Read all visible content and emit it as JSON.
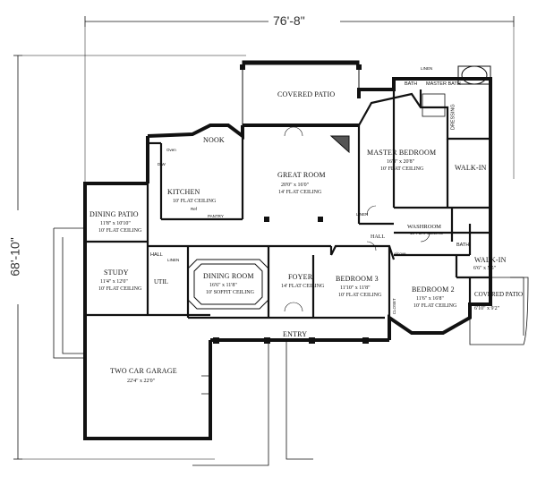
{
  "dimensions": {
    "width": "76'-8\"",
    "depth": "68'-10\""
  },
  "rooms": {
    "covered_patio": {
      "name": "COVERED PATIO"
    },
    "nook": {
      "name": "NOOK"
    },
    "kitchen": {
      "name": "KITCHEN",
      "note": "10' FLAT CEILING"
    },
    "great_room": {
      "name": "GREAT ROOM",
      "size": "20'0\" x 16'0\"",
      "note": "14' FLAT CEILING"
    },
    "master_bedroom": {
      "name": "MASTER BEDROOM",
      "size": "16'8\" x 20'8\"",
      "note": "10' FLAT CEILING"
    },
    "dining_patio": {
      "name": "DINING PATIO",
      "size": "11'8\" x 10'10\"",
      "note": "10' FLAT CEILING"
    },
    "study": {
      "name": "STUDY",
      "size": "11'4\" x 12'0\"",
      "note": "10' FLAT CEILING"
    },
    "dining_room": {
      "name": "DINING ROOM",
      "size": "16'6\" x 11'8\"",
      "note": "10' SOFFIT CEILING"
    },
    "foyer": {
      "name": "FOYER",
      "note": "14' FLAT CEILING"
    },
    "bedroom3": {
      "name": "BEDROOM 3",
      "size": "11'10\" x 11'8\"",
      "note": "10' FLAT CEILING"
    },
    "bedroom2": {
      "name": "BEDROOM 2",
      "size": "11'6\" x 16'8\"",
      "note": "10' FLAT CEILING"
    },
    "garage": {
      "name": "TWO CAR GARAGE",
      "size": "22'4\" x 22'0\""
    },
    "entry": {
      "name": "ENTRY"
    },
    "washroom": {
      "name": "WASHROOM",
      "note": "10' FLAT CEILING"
    },
    "walk_in_master": {
      "name": "WALK-IN"
    },
    "walk_in_bed2": {
      "name": "WALK-IN",
      "size": "6'6\" x 5'5\""
    },
    "covered_patio_small": {
      "name": "COVERED PATIO",
      "size": "6'10\" x 9'2\""
    }
  },
  "small_labels": {
    "bath1": "BATH",
    "master_bath": "MASTER BATH",
    "dressing": "DRESSING",
    "linen_master": "LINEN",
    "linen_hall": "LINEN",
    "hall_main": "HALL",
    "hall_left": "HALL",
    "linen_left": "LINEN",
    "util": "UTIL",
    "bath2": "BATH",
    "closet": "CLOSET",
    "alcove": "Alcove",
    "pantry": "PANTRY",
    "oven": "Oven",
    "dw": "D/W",
    "ref": "Ref"
  }
}
